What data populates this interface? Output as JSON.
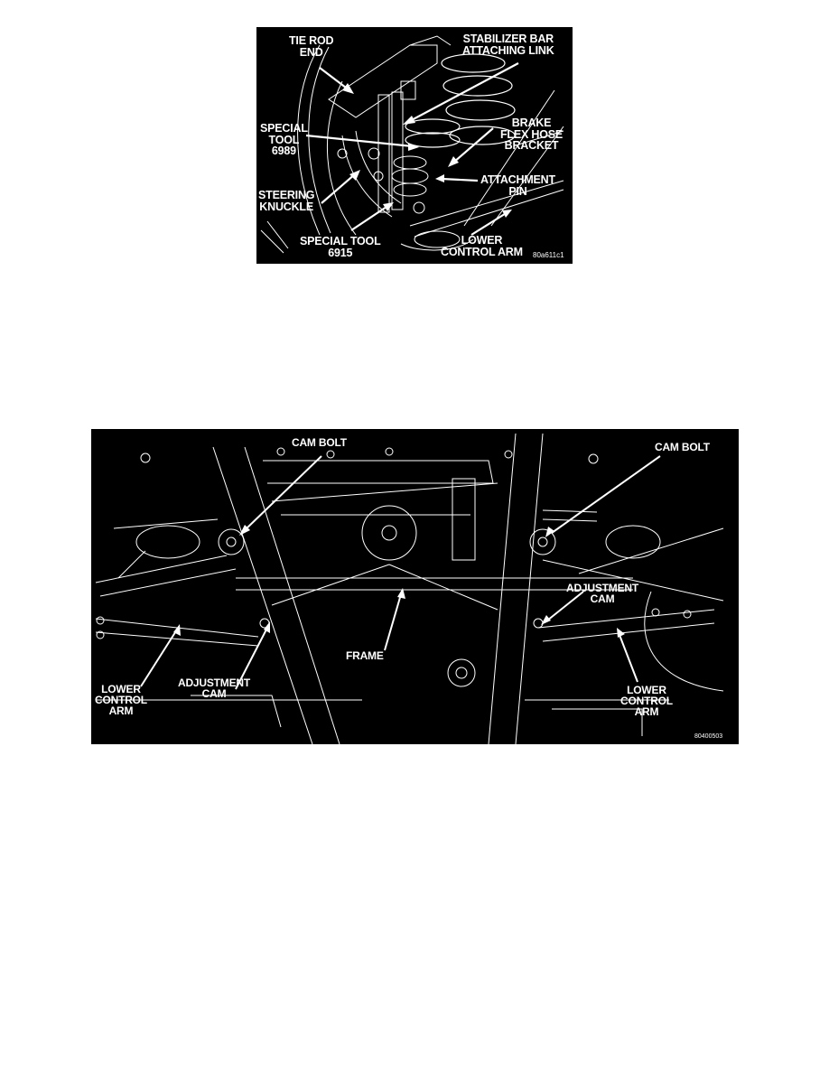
{
  "figures": [
    {
      "id": "fig1",
      "description": "Stabilizer bar attaching link removal with special tools",
      "labels": {
        "tie_rod_end": [
          "TIE ROD",
          "END"
        ],
        "stabilizer_link": [
          "STABILIZER BAR",
          "ATTACHING LINK"
        ],
        "special_tool_6989": [
          "SPECIAL",
          "TOOL",
          "6989"
        ],
        "brake_bracket": [
          "BRAKE",
          "FLEX HOSE",
          "BRACKET"
        ],
        "attachment_pin": [
          "ATTACHMENT",
          "PIN"
        ],
        "steering_knuckle": [
          "STEERING",
          "KNUCKLE"
        ],
        "special_tool_6915": [
          "SPECIAL TOOL",
          "6915"
        ],
        "lower_control_arm": [
          "LOWER",
          "CONTROL ARM"
        ]
      },
      "code": "80a611c1"
    },
    {
      "id": "fig2",
      "description": "Lower control arm cam bolts and adjustment cams on frame",
      "labels": {
        "cam_bolt_left": [
          "CAM BOLT"
        ],
        "cam_bolt_right": [
          "CAM BOLT"
        ],
        "adjustment_cam_left": [
          "ADJUSTMENT",
          "CAM"
        ],
        "adjustment_cam_right": [
          "ADJUSTMENT",
          "CAM"
        ],
        "frame": [
          "FRAME"
        ],
        "lower_control_arm_left": [
          "LOWER",
          "CONTROL",
          "ARM"
        ],
        "lower_control_arm_right": [
          "LOWER",
          "CONTROL",
          "ARM"
        ]
      },
      "code": "80400503"
    }
  ],
  "colors": {
    "background": "#000000",
    "linework": "#ffffff",
    "page": "#ffffff"
  }
}
